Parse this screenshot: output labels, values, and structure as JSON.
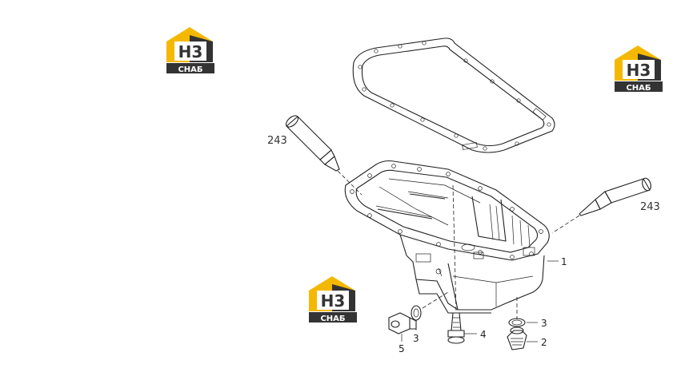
{
  "logos": [
    {
      "top": "H3",
      "bottom": "СНАБ"
    },
    {
      "top": "H3",
      "bottom": "СНАБ"
    },
    {
      "top": "H3",
      "bottom": "СНАБ"
    }
  ],
  "callouts": {
    "tube_left": "243",
    "tube_right": "243",
    "oil_pan": "1",
    "drain_plug": "2",
    "washer_right": "3",
    "bolt": "4",
    "plug_left": "5",
    "washer_left": "3"
  },
  "colors": {
    "logo_yellow": "#f5b800",
    "logo_dark": "#333333",
    "line": "#222222"
  }
}
